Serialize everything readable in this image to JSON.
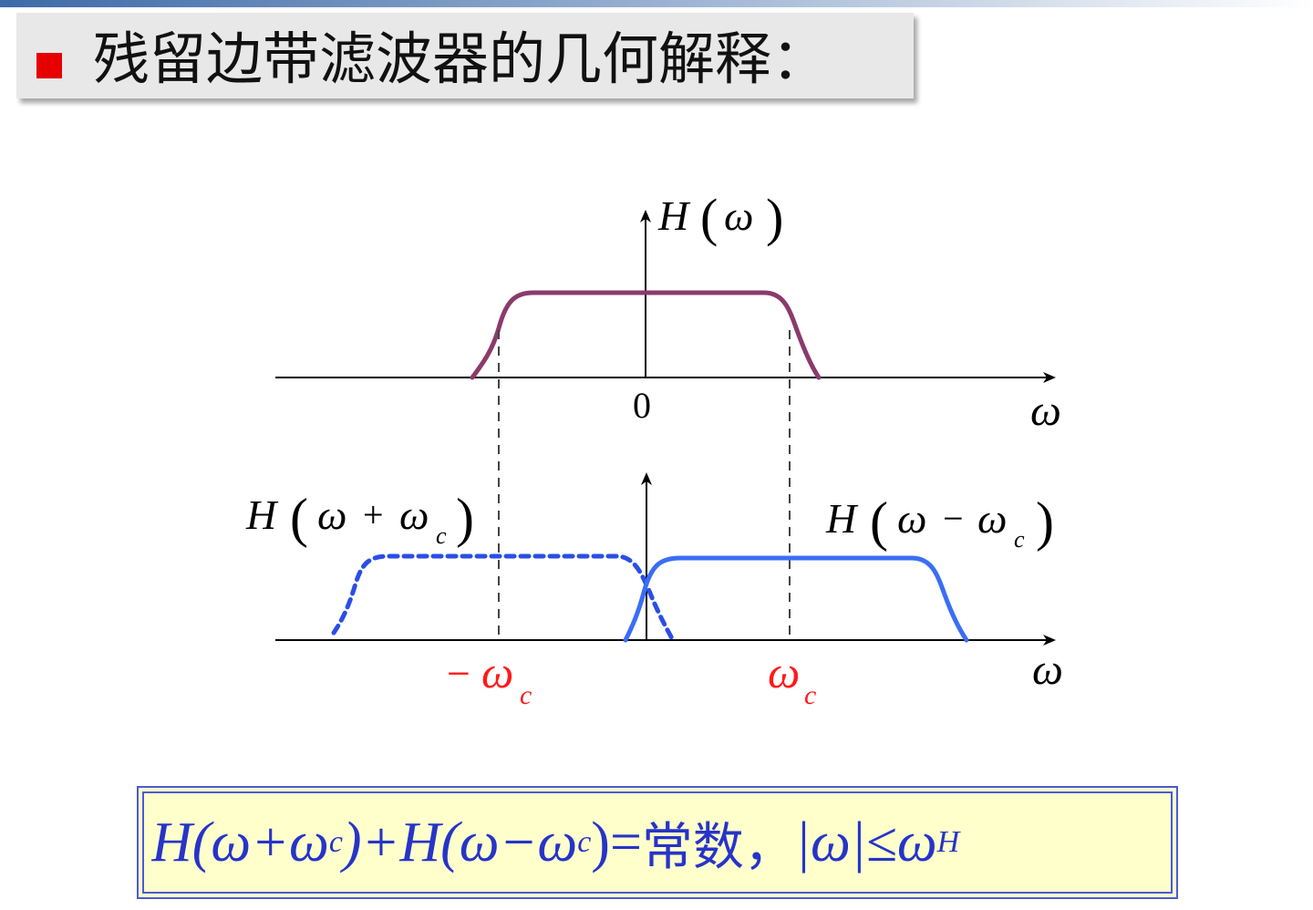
{
  "slide": {
    "title": "残留边带滤波器的几何解释："
  },
  "diagram": {
    "top_plot": {
      "y_label_H": "H",
      "y_label_open": "(",
      "y_label_omega": "ω",
      "y_label_close": ")",
      "origin_label": "0",
      "x_axis_label": "ω",
      "curve_color": "#8b3a6b"
    },
    "bottom_plot": {
      "left_curve_label": {
        "H": "H",
        "open": "(",
        "omega": "ω",
        "op": "+",
        "omega2": "ω",
        "sub": "c",
        "close": ")"
      },
      "right_curve_label": {
        "H": "H",
        "open": "(",
        "omega": "ω",
        "op": "−",
        "omega2": "ω",
        "sub": "c",
        "close": ")"
      },
      "neg_carrier_label": {
        "sign": "−",
        "omega": "ω",
        "sub": "c"
      },
      "pos_carrier_label": {
        "omega": "ω",
        "sub": "c"
      },
      "x_axis_label": "ω",
      "curve_color": "#3a6ef5",
      "carrier_label_color": "#ff1a1a"
    }
  },
  "formula": {
    "part1": "H(ω+ω",
    "sub1": "c",
    "part2": ")+H(ω−ω",
    "sub2": "c",
    "part3": ")=",
    "cn": "常数，",
    "part4": "|ω|≤ω",
    "sub3": "H"
  }
}
